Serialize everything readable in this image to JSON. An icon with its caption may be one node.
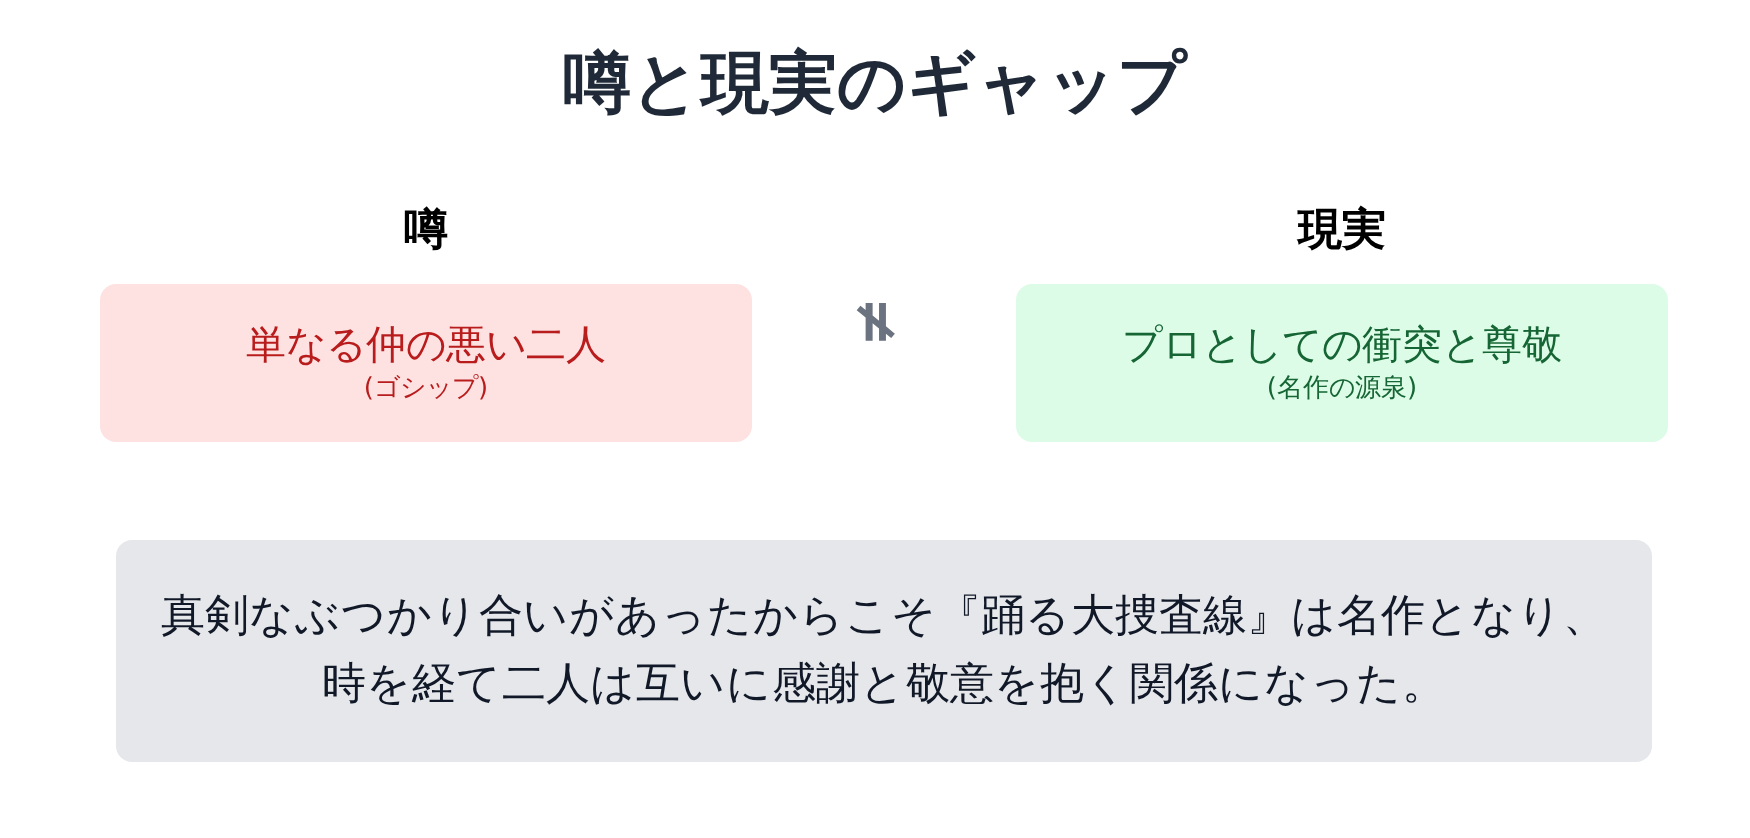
{
  "diagram": {
    "title": "噂と現実のギャップ",
    "nodes": [
      {
        "text": [
          "噂",
          "単なる仲の悪い二人",
          "(ゴシップ)"
        ]
      },
      {
        "text": [
          "現実",
          "プロとしての衝突と尊敬",
          "(名作の源泉)"
        ]
      },
      {
        "text": [
          "真剣なぶつかり合いがあったからこそ『踊る大捜査線』は名作となり、時を経て二人は互いに感謝と敬意を抱く関係になった。"
        ]
      }
    ],
    "labels": [
      "≠"
    ]
  }
}
